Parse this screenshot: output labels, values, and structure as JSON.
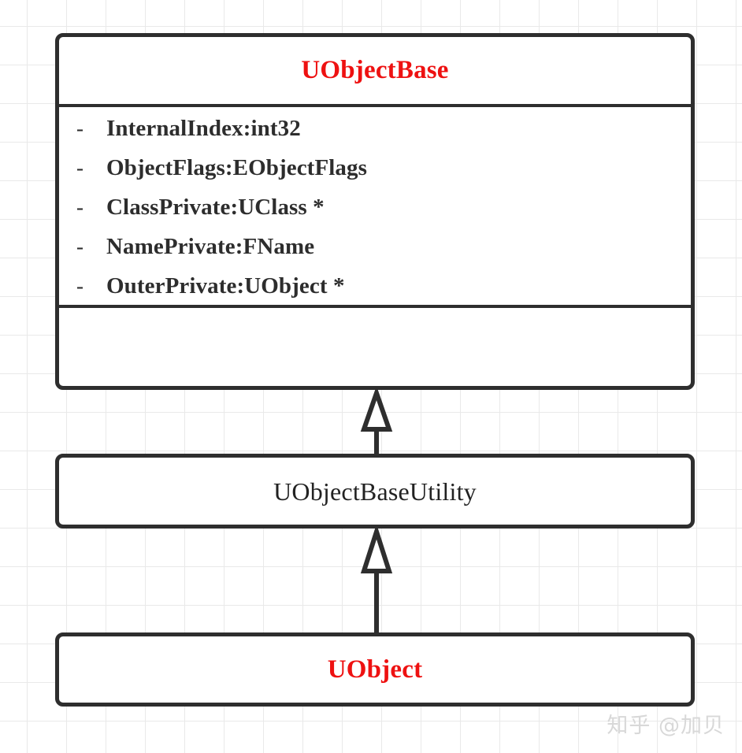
{
  "diagram": {
    "type": "uml-class-diagram",
    "background": "graph-paper-grid",
    "grid_color": "#e9e9e9",
    "accent_color": "#ee1111",
    "line_color": "#2e2e2e",
    "classes": [
      {
        "id": "uobjectbase",
        "name": "UObjectBase",
        "name_color": "#ee1111",
        "bold": true,
        "attributes": [
          {
            "visibility": "-",
            "signature": "InternalIndex:int32"
          },
          {
            "visibility": "-",
            "signature": "ObjectFlags:EObjectFlags"
          },
          {
            "visibility": "-",
            "signature": "ClassPrivate:UClass *"
          },
          {
            "visibility": "-",
            "signature": "NamePrivate:FName"
          },
          {
            "visibility": "-",
            "signature": "OuterPrivate:UObject *"
          }
        ],
        "operations": []
      },
      {
        "id": "uobjectbaseutility",
        "name": "UObjectBaseUtility",
        "name_color": "#222222",
        "bold": false,
        "attributes": [],
        "operations": []
      },
      {
        "id": "uobject",
        "name": "UObject",
        "name_color": "#ee1111",
        "bold": true,
        "attributes": [],
        "operations": []
      }
    ],
    "relations": [
      {
        "id": "gen-1",
        "type": "generalization",
        "from": "uobjectbaseutility",
        "to": "uobjectbase",
        "arrowhead": "hollow-triangle"
      },
      {
        "id": "gen-2",
        "type": "generalization",
        "from": "uobject",
        "to": "uobjectbaseutility",
        "arrowhead": "hollow-triangle"
      }
    ]
  },
  "watermark": {
    "text": "知乎 @加贝"
  }
}
